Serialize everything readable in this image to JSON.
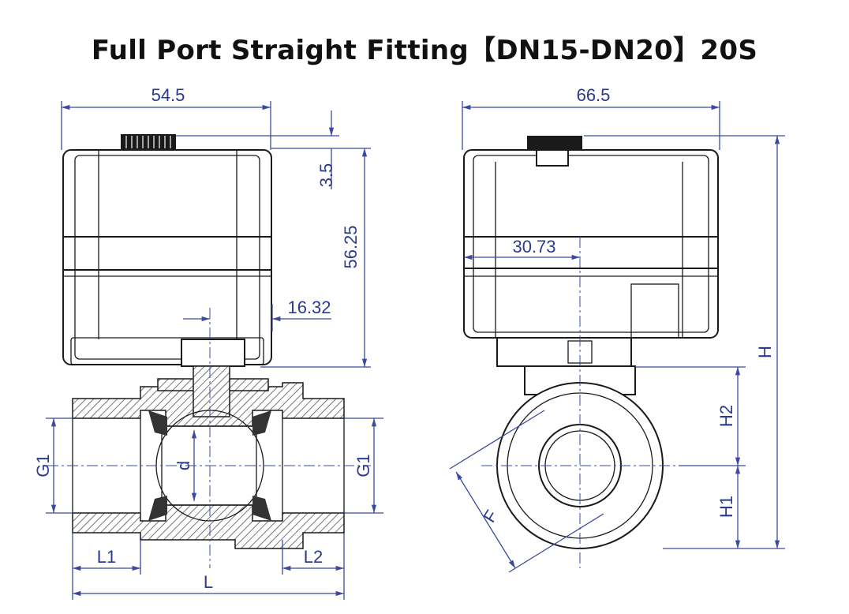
{
  "title": "Full Port Straight Fitting【DN15-DN20】20S",
  "colors": {
    "dimension": "#2b3a8f",
    "outline": "#1a1a1a",
    "title": "#111111"
  },
  "front_view": {
    "width_dim": "54.5",
    "knob_dim": "3.5",
    "height_dim": "56.25",
    "offset_dim": "16.32",
    "left_thread": "G1",
    "right_thread": "G1",
    "bore": "d",
    "left_length": "L1",
    "right_length": "L2",
    "total_length": "L"
  },
  "side_view": {
    "width_dim": "66.5",
    "offset_dim": "30.73",
    "total_height": "H",
    "upper_height": "H2",
    "lower_height": "H1",
    "flat_width": "F"
  }
}
